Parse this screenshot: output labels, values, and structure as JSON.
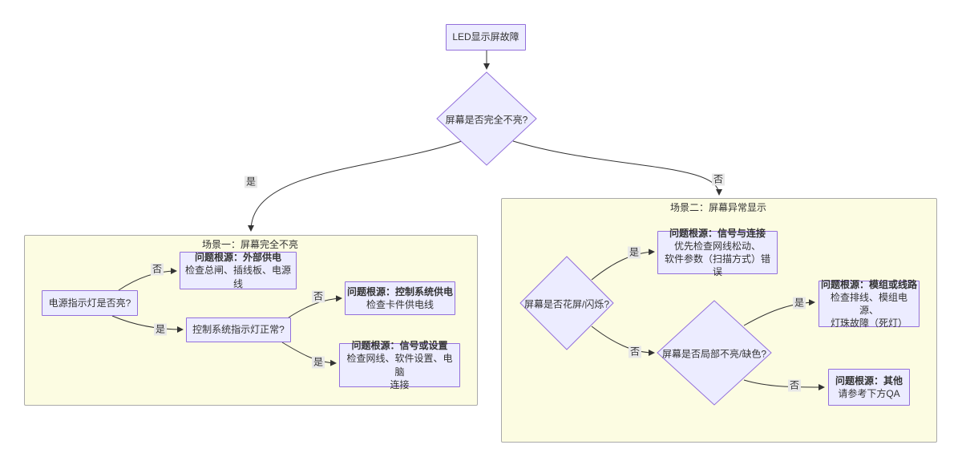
{
  "colors": {
    "node_fill": "#ECECFF",
    "node_border": "#9370DB",
    "region_fill": "#FCFCE2",
    "region_border": "#AAAAAA",
    "edge_color": "#333333",
    "text_color": "#333333",
    "edge_label_bg": "#E8E8E8"
  },
  "regions": {
    "scene1": {
      "label": "场景一：屏幕完全不亮"
    },
    "scene2": {
      "label": "场景二：屏幕异常显示"
    }
  },
  "nodes": {
    "start": {
      "label": "LED显示屏故障"
    },
    "q_screen_dark": {
      "label": "屏幕是否完全不亮?"
    },
    "q_power_led": {
      "label": "电源指示灯是否亮?"
    },
    "q_ctrl_led": {
      "label": "控制系统指示灯正常?"
    },
    "q_flicker": {
      "label": "屏幕是否花屏/闪烁?"
    },
    "q_partial": {
      "label": "屏幕是否局部不亮/缺色?"
    },
    "r_external_power": {
      "title": "问题根源：外部供电",
      "desc": "检查总闸、插线板、电源线"
    },
    "r_ctrl_power": {
      "title": "问题根源：控制系统供电",
      "desc": "检查卡件供电线"
    },
    "r_signal_setting": {
      "title": "问题根源：信号或设置",
      "desc": "检查网线、软件设置、电脑\n连接"
    },
    "r_signal_conn": {
      "title": "问题根源：信号与连接",
      "desc": "优先检查网线松动、\n软件参数（扫描方式）错误"
    },
    "r_module_line": {
      "title": "问题根源：模组或线路",
      "desc": "检查排线、模组电源、\n灯珠故障（死灯）"
    },
    "r_other": {
      "title": "问题根源：其他",
      "desc": "请参考下方QA"
    }
  },
  "edges": [
    {
      "from": "q_screen_dark",
      "to": "scene1",
      "label": "是"
    },
    {
      "from": "q_screen_dark",
      "to": "scene2",
      "label": "否"
    },
    {
      "from": "q_power_led",
      "to": "r_external_power",
      "label": "否"
    },
    {
      "from": "q_power_led",
      "to": "q_ctrl_led",
      "label": "是"
    },
    {
      "from": "q_ctrl_led",
      "to": "r_ctrl_power",
      "label": "否"
    },
    {
      "from": "q_ctrl_led",
      "to": "r_signal_setting",
      "label": "是"
    },
    {
      "from": "q_flicker",
      "to": "r_signal_conn",
      "label": "是"
    },
    {
      "from": "q_flicker",
      "to": "q_partial",
      "label": "否"
    },
    {
      "from": "q_partial",
      "to": "r_module_line",
      "label": "是"
    },
    {
      "from": "q_partial",
      "to": "r_other",
      "label": "否"
    }
  ]
}
